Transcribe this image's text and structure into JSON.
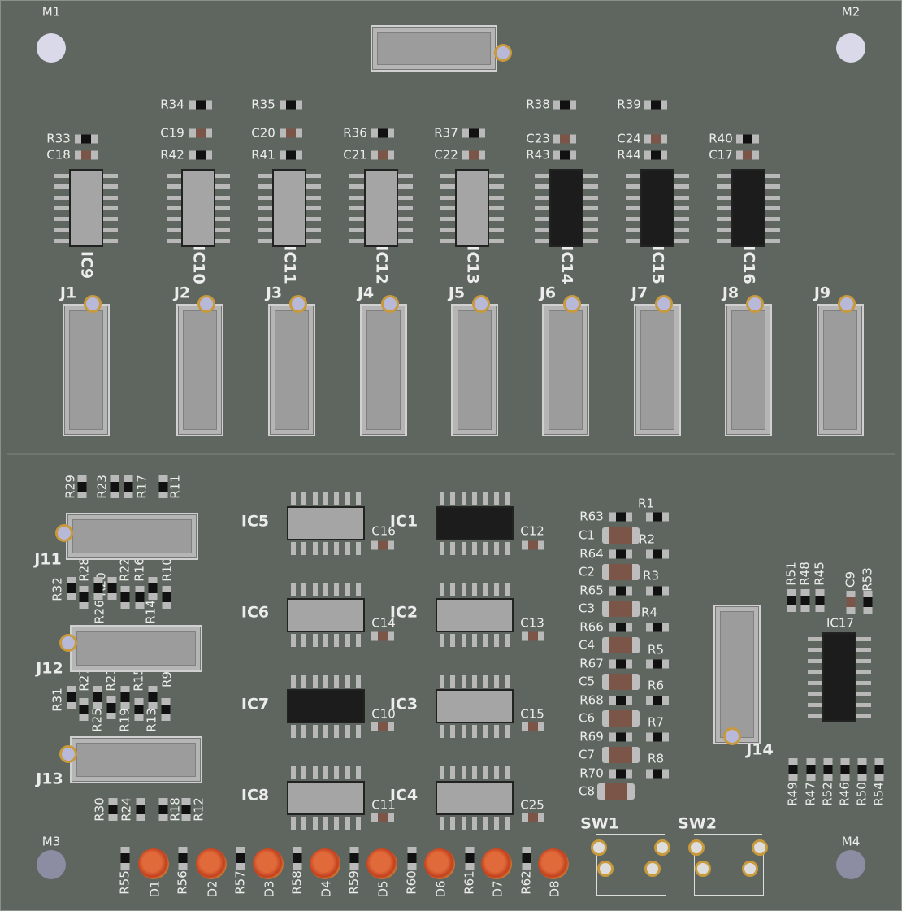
{
  "mounting_holes": [
    "M1",
    "M2",
    "M3",
    "M4"
  ],
  "passives": [
    "R34",
    "R35",
    "R38",
    "R39",
    "C19",
    "C20",
    "R36",
    "R37",
    "R33",
    "C23",
    "C24",
    "R40",
    "C18",
    "R42",
    "R41",
    "C21",
    "C22",
    "R43",
    "R44",
    "C17",
    "R29",
    "R23",
    "R17",
    "R11",
    "R32",
    "R28",
    "R20",
    "R26",
    "R22",
    "R16",
    "R14",
    "R10",
    "R31",
    "R27",
    "R25",
    "R21",
    "R19",
    "R15",
    "R13",
    "R9",
    "R30",
    "R24",
    "R18",
    "R12",
    "C16",
    "C12",
    "C14",
    "C13",
    "C10",
    "C15",
    "C11",
    "C25",
    "R63",
    "R1",
    "C1",
    "R2",
    "R64",
    "C2",
    "R3",
    "R65",
    "C3",
    "R4",
    "R66",
    "C4",
    "R5",
    "R67",
    "C5",
    "R6",
    "R68",
    "C6",
    "R7",
    "R69",
    "C7",
    "R8",
    "R70",
    "C8",
    "R51",
    "R48",
    "R45",
    "C9",
    "R53",
    "R49",
    "R47",
    "R52",
    "R46",
    "R50",
    "R54",
    "R55",
    "R56",
    "R57",
    "R58",
    "R59",
    "R60",
    "R61",
    "R62"
  ],
  "ics": [
    "IC9",
    "IC10",
    "IC11",
    "IC12",
    "IC13",
    "IC14",
    "IC15",
    "IC16",
    "IC5",
    "IC1",
    "IC6",
    "IC2",
    "IC7",
    "IC3",
    "IC8",
    "IC4",
    "IC17"
  ],
  "connectors": [
    "J1",
    "J2",
    "J3",
    "J4",
    "J5",
    "J6",
    "J7",
    "J8",
    "J9",
    "J11",
    "J12",
    "J13",
    "J14"
  ],
  "leds": [
    "D1",
    "D2",
    "D3",
    "D4",
    "D5",
    "D6",
    "D7",
    "D8"
  ],
  "switches": [
    "SW1",
    "SW2"
  ]
}
